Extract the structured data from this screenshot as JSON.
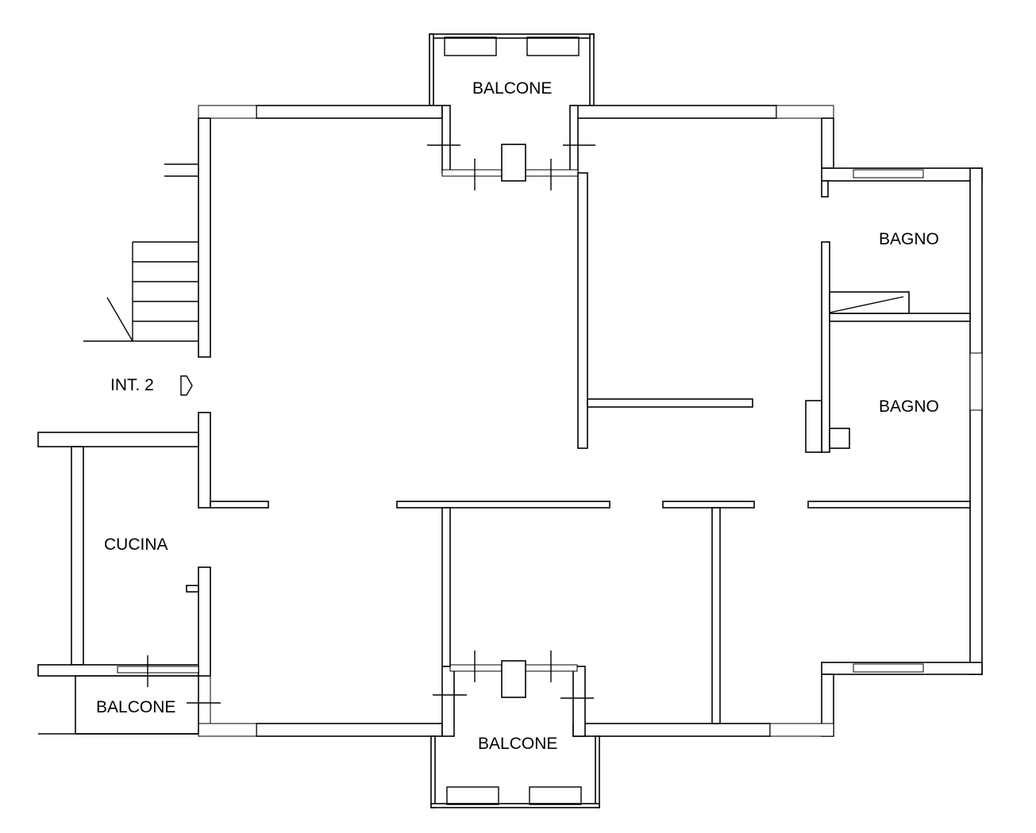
{
  "rooms": {
    "balcone_top": "BALCONE",
    "bagno_1": "BAGNO",
    "bagno_2": "BAGNO",
    "entrance": "INT. 2",
    "cucina": "CUCINA",
    "balcone_left": "BALCONE",
    "balcone_bottom": "BALCONE"
  },
  "colors": {
    "line": "#000000",
    "background": "#ffffff"
  }
}
